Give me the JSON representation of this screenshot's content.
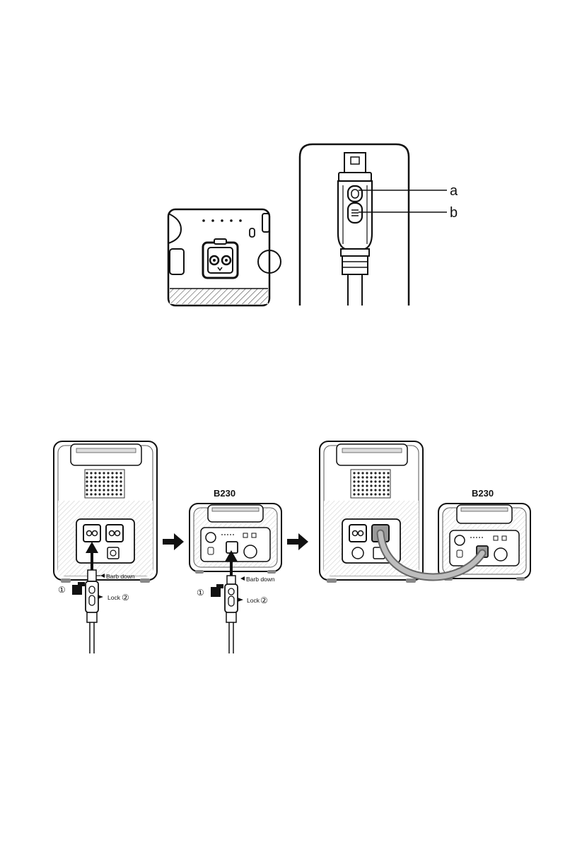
{
  "connector_detail": {
    "callouts": [
      {
        "letter": "a"
      },
      {
        "letter": "b"
      }
    ]
  },
  "steps": {
    "model_label_1": "B230",
    "model_label_2": "B230",
    "step1": {
      "barb_down_label": "Barb down",
      "lock_label": "Lock",
      "step_one_marker": "①",
      "step_two_marker": "②"
    },
    "step2": {
      "barb_down_label": "Barb down",
      "lock_label": "Lock",
      "step_one_marker": "①",
      "step_two_marker": "②"
    }
  }
}
